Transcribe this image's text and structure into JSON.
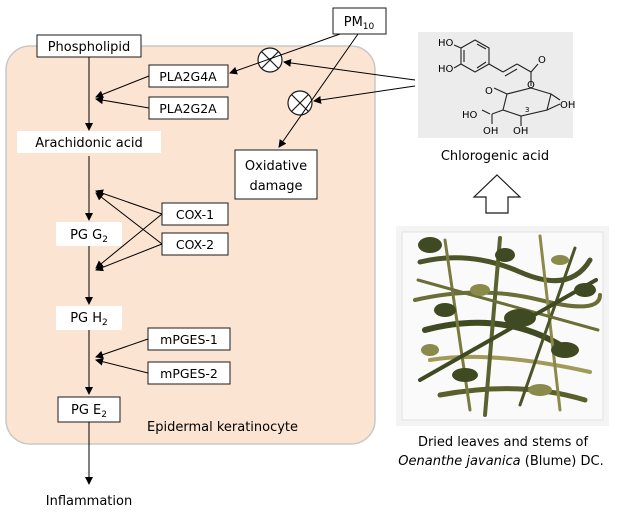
{
  "diagram": {
    "cell_label": "Epidermal keratinocyte",
    "pathway": {
      "phospholipid": "Phospholipid",
      "arachidonic_acid": "Arachidonic acid",
      "pgg2": {
        "base": "PG G",
        "sub": "2"
      },
      "pgh2": {
        "base": "PG H",
        "sub": "2"
      },
      "pge2": {
        "base": "PG E",
        "sub": "2"
      },
      "inflammation": "Inflammation"
    },
    "enzymes": {
      "pla2g4a": "PLA2G4A",
      "pla2g2a": "PLA2G2A",
      "cox1": "COX-1",
      "cox2": "COX-2",
      "mpges1": "mPGES-1",
      "mpges2": "mPGES-2"
    },
    "pm10": {
      "base": "PM",
      "sub": "10"
    },
    "oxidative_damage": [
      "Oxidative",
      "damage"
    ],
    "chlorogenic_acid": {
      "caption": "Chlorogenic acid",
      "atoms": {
        "ho_top": "HO",
        "ho_mid": "HO",
        "o_ester": "O",
        "o_carbonyl": "O",
        "o_acid": "O",
        "ho_acid": "HO",
        "oh_c5": "OH",
        "oh_c4": "OH",
        "oh_c1": "OH",
        "locant": "3"
      }
    },
    "plant_caption": {
      "line1": "Dried leaves and stems of",
      "species": "Oenanthe javanica",
      "authority": " (Blume) DC."
    }
  },
  "colors": {
    "cell_fill": "#fce4d3",
    "cell_stroke": "#c8c8c8",
    "box_stroke": "#1a1a1a",
    "structure_bg": "#ececec",
    "tray": "#f4f4f4",
    "herb_dark": "#3f4a22",
    "herb_mid": "#6b6e36",
    "herb_light": "#a19a5a"
  }
}
